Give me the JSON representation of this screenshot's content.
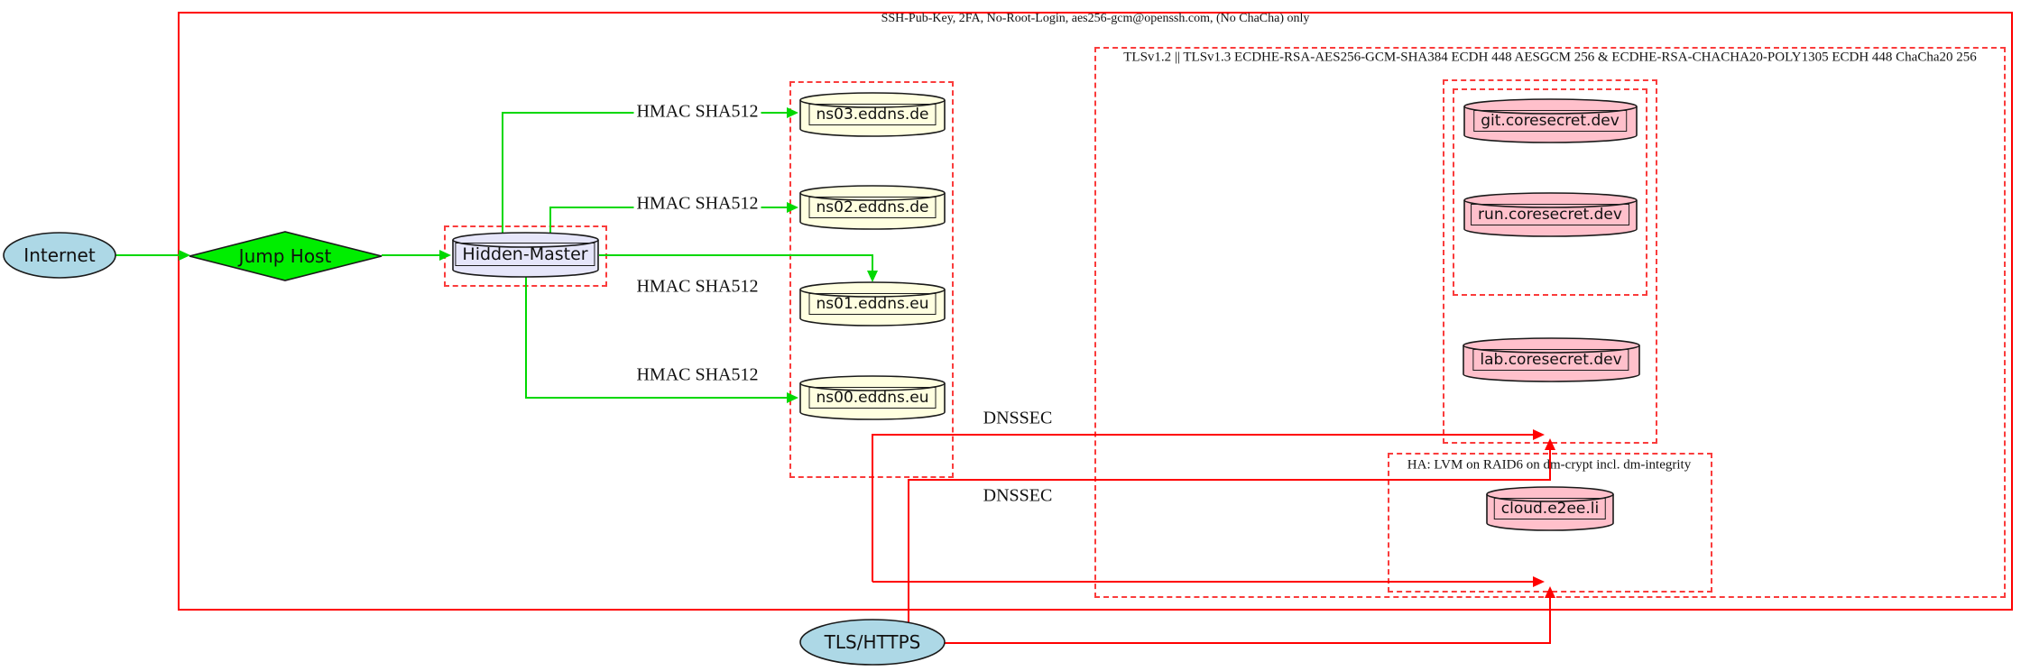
{
  "clusters": {
    "outer": {
      "label": "SSH-Pub-Key, 2FA, No-Root-Login, aes256-gcm@openssh.com, (No ChaCha) only"
    },
    "tls": {
      "label": "TLSv1.2 || TLSv1.3 ECDHE-RSA-AES256-GCM-SHA384 ECDH 448 AESGCM 256 & ECDHE-RSA-CHACHA20-POLY1305 ECDH 448 ChaCha20 256"
    },
    "ha": {
      "label": "HA: LVM on RAID6 on dm-crypt incl. dm-integrity"
    }
  },
  "nodes": {
    "internet": {
      "label": "Internet",
      "shape": "ellipse",
      "fill": "#ADD8E6"
    },
    "jump_host": {
      "label": "Jump Host",
      "shape": "diamond",
      "fill": "#00EE00"
    },
    "hidden_master": {
      "label": "Hidden-Master",
      "shape": "cylinder",
      "fill": "#E6E6FA"
    },
    "ns03": {
      "label": "ns03.eddns.de",
      "shape": "cylinder",
      "fill": "#FFFFE0"
    },
    "ns02": {
      "label": "ns02.eddns.de",
      "shape": "cylinder",
      "fill": "#FFFFE0"
    },
    "ns01": {
      "label": "ns01.eddns.eu",
      "shape": "cylinder",
      "fill": "#FFFFE0"
    },
    "ns00": {
      "label": "ns00.eddns.eu",
      "shape": "cylinder",
      "fill": "#FFFFE0"
    },
    "git": {
      "label": "git.coresecret.dev",
      "shape": "cylinder",
      "fill": "#FFC0CB"
    },
    "run": {
      "label": "run.coresecret.dev",
      "shape": "cylinder",
      "fill": "#FFC0CB"
    },
    "lab": {
      "label": "lab.coresecret.dev",
      "shape": "cylinder",
      "fill": "#FFC0CB"
    },
    "cloud": {
      "label": "cloud.e2ee.li",
      "shape": "cylinder",
      "fill": "#FFC0CB"
    },
    "tls_https": {
      "label": "TLS/HTTPS",
      "shape": "ellipse",
      "fill": "#ADD8E6"
    }
  },
  "edge_labels": {
    "hmac_ns03": "HMAC SHA512",
    "hmac_ns02": "HMAC SHA512",
    "hmac_ns01": "HMAC SHA512",
    "hmac_ns00": "HMAC SHA512",
    "dnssec_1": "DNSSEC",
    "dnssec_2": "DNSSEC"
  },
  "colors": {
    "edge_green": "#00D800",
    "edge_red": "#FF0000",
    "cluster_border_red": "#FA3C3C",
    "outer_border_red": "#FF0000",
    "node_lightblue": "#ADD8E6",
    "node_green": "#00EE00",
    "node_lavender": "#E6E6FA",
    "node_lightyellow": "#FFFFE0",
    "node_pink": "#FFC0CB"
  }
}
